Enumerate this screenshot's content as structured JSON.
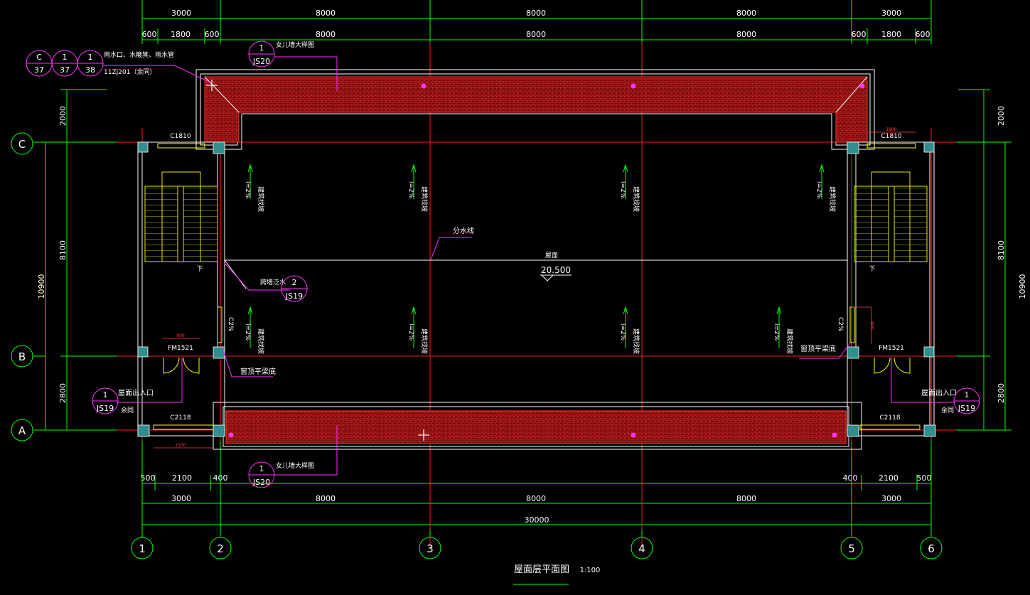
{
  "drawing": {
    "title": "屋面层平面图",
    "scale": "1:100"
  },
  "dimensions": {
    "top_overall": [
      "3000",
      "8000",
      "8000",
      "8000",
      "3000"
    ],
    "top_detail": [
      "600",
      "1800",
      "600",
      "8000",
      "8000",
      "8000",
      "600",
      "1800",
      "600"
    ],
    "bottom_detail": [
      "500",
      "2100",
      "400",
      "400",
      "2100",
      "500"
    ],
    "bottom_overall": [
      "3000",
      "8000",
      "8000",
      "8000",
      "3000"
    ],
    "bottom_total": "30000",
    "left_vertical": [
      "2000",
      "8100",
      "2800"
    ],
    "left_total": "10900",
    "right_vertical": [
      "2000",
      "8100",
      "2800"
    ],
    "right_total": "10900",
    "window_small_top": "1800",
    "window_small_bottom": "2100",
    "door_width_left": "900",
    "door_width_right": "900"
  },
  "axes": {
    "columns": [
      "1",
      "2",
      "3",
      "4",
      "5",
      "6"
    ],
    "rows": [
      "C",
      "B",
      "A"
    ]
  },
  "labels": {
    "elevation_value": "20.500",
    "roof_label": "屋面",
    "ridge_line": "分水线",
    "window_c1810_left": "C1810",
    "window_c1810_right": "C1810",
    "window_c2118_left": "C2118",
    "window_c2118_right": "C2118",
    "door_fm1521_left": "FM1521",
    "door_fm1521_right": "FM1521",
    "stair_down_left": "下",
    "stair_down_right": "下",
    "beam_note_left": "窗顶平梁底",
    "beam_note_right": "窗顶平梁底",
    "roof_exit_left": "屋面出入口",
    "roof_exit_right": "屋面出入口",
    "same_note_left": "余同",
    "same_note_right": "余同",
    "parapet_detail_top": "女儿墙大样图",
    "parapet_detail_bottom": "女儿墙大样图",
    "drain_note": "雨水口、水簸箕、雨水管",
    "drain_std": "11ZJ201（余同）",
    "wall_note": "跨墙泛水",
    "slope": "i=2%",
    "slope_text": "建筑找坡",
    "c2l": "C2%"
  },
  "refs": {
    "drain": [
      {
        "top": "C",
        "bottom": "37"
      },
      {
        "top": "1",
        "bottom": "37"
      },
      {
        "top": "1",
        "bottom": "38"
      }
    ],
    "parapet_top": {
      "top": "1",
      "bottom": "JS20"
    },
    "parapet_bottom": {
      "top": "1",
      "bottom": "JS20"
    },
    "wall_flash": {
      "top": "2",
      "bottom": "JS19"
    },
    "exit_left": {
      "top": "1",
      "bottom": "JS19"
    },
    "exit_right": {
      "top": "1",
      "bottom": "JS19"
    }
  },
  "colors": {
    "background": "#000000",
    "axis_line": "#ff0000",
    "dimension": "#00ff00",
    "wall": "#ffffff",
    "tile_fill": "#8b1a1a",
    "stair": "#ffff00",
    "callout": "#ff00ff",
    "column": "#00cccc"
  }
}
